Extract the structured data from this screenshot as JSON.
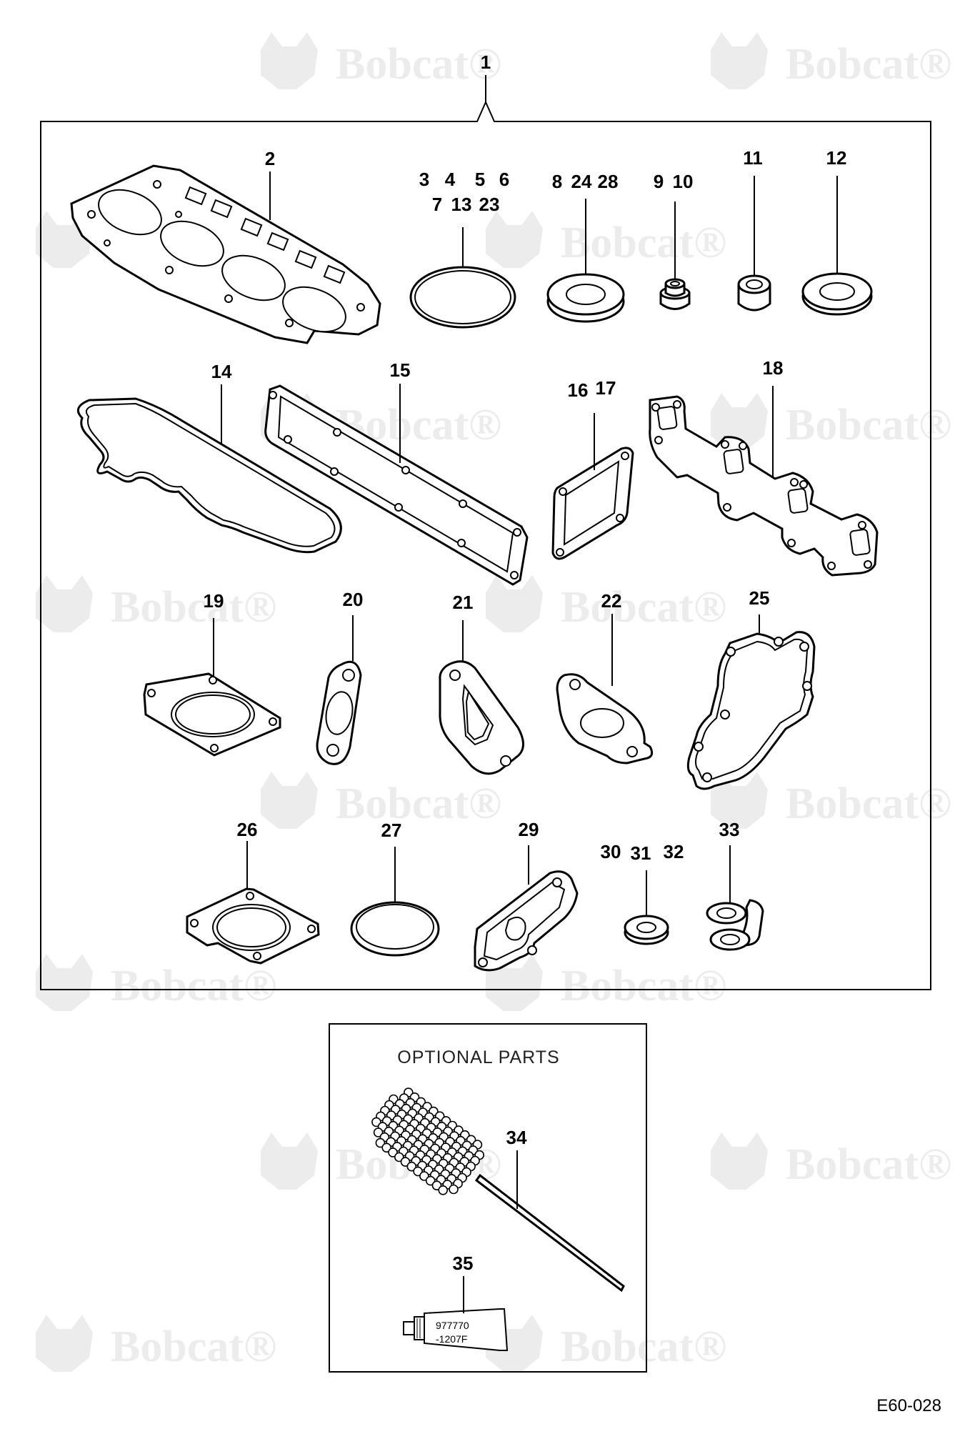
{
  "assembly_callout": "1",
  "parts": [
    {
      "id": "p2",
      "callouts": [
        "2"
      ]
    },
    {
      "id": "p3",
      "callouts": [
        "3",
        "4",
        "5",
        "6",
        "7",
        "13",
        "23"
      ]
    },
    {
      "id": "p8",
      "callouts": [
        "8",
        "24",
        "28"
      ]
    },
    {
      "id": "p9",
      "callouts": [
        "9",
        "10"
      ]
    },
    {
      "id": "p11",
      "callouts": [
        "11"
      ]
    },
    {
      "id": "p12",
      "callouts": [
        "12"
      ]
    },
    {
      "id": "p14",
      "callouts": [
        "14"
      ]
    },
    {
      "id": "p15",
      "callouts": [
        "15"
      ]
    },
    {
      "id": "p16",
      "callouts": [
        "16",
        "17"
      ]
    },
    {
      "id": "p18",
      "callouts": [
        "18"
      ]
    },
    {
      "id": "p19",
      "callouts": [
        "19"
      ]
    },
    {
      "id": "p20",
      "callouts": [
        "20"
      ]
    },
    {
      "id": "p21",
      "callouts": [
        "21"
      ]
    },
    {
      "id": "p22",
      "callouts": [
        "22"
      ]
    },
    {
      "id": "p25",
      "callouts": [
        "25"
      ]
    },
    {
      "id": "p26",
      "callouts": [
        "26"
      ]
    },
    {
      "id": "p27",
      "callouts": [
        "27"
      ]
    },
    {
      "id": "p29",
      "callouts": [
        "29"
      ]
    },
    {
      "id": "p30",
      "callouts": [
        "30",
        "31",
        "32"
      ]
    },
    {
      "id": "p33",
      "callouts": [
        "33"
      ]
    }
  ],
  "optional_parts": {
    "title": "OPTIONAL PARTS",
    "items": [
      {
        "id": "p34",
        "callouts": [
          "34"
        ]
      },
      {
        "id": "p35",
        "callouts": [
          "35"
        ],
        "tube_label_lines": [
          "977770",
          "-1207F"
        ]
      }
    ]
  },
  "watermark": {
    "text": "Bobcat",
    "mark": "®"
  },
  "figure_id": "E60-028",
  "colors": {
    "line": "#000000",
    "watermark": "#ececec",
    "background": "#ffffff"
  }
}
